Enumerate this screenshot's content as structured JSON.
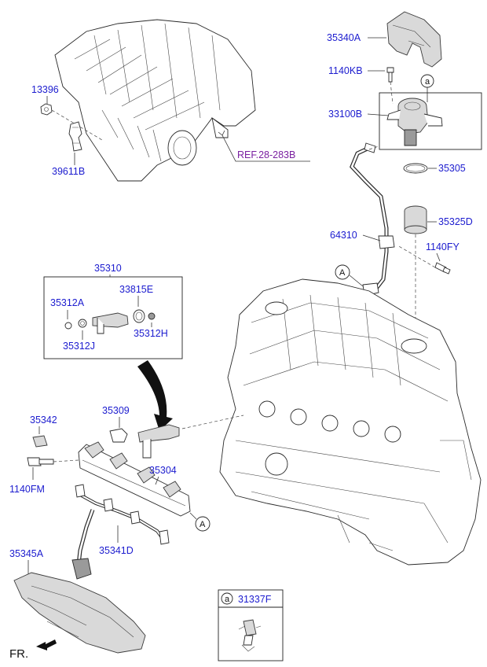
{
  "labels": {
    "p35340A": "35340A",
    "p1140KB": "1140KB",
    "p33100B": "33100B",
    "p35305": "35305",
    "p35325D": "35325D",
    "p64310": "64310",
    "p1140FY": "1140FY",
    "p13396": "13396",
    "p39611B": "39611B",
    "ref": "REF.28-283B",
    "p35310": "35310",
    "p35312A": "35312A",
    "p33815E": "33815E",
    "p35312J": "35312J",
    "p35312H": "35312H",
    "p35342": "35342",
    "p35309": "35309",
    "p35304": "35304",
    "p1140FM": "1140FM",
    "p35341D": "35341D",
    "p35345A": "35345A",
    "p31337F": "31337F",
    "fr": "FR."
  },
  "callouts": {
    "a_pump": "a",
    "a_legend": "a",
    "A_pipe": "A",
    "A_rail": "A"
  },
  "colors": {
    "part_label": "#1c1ccf",
    "ref_label": "#7a1fa0"
  }
}
